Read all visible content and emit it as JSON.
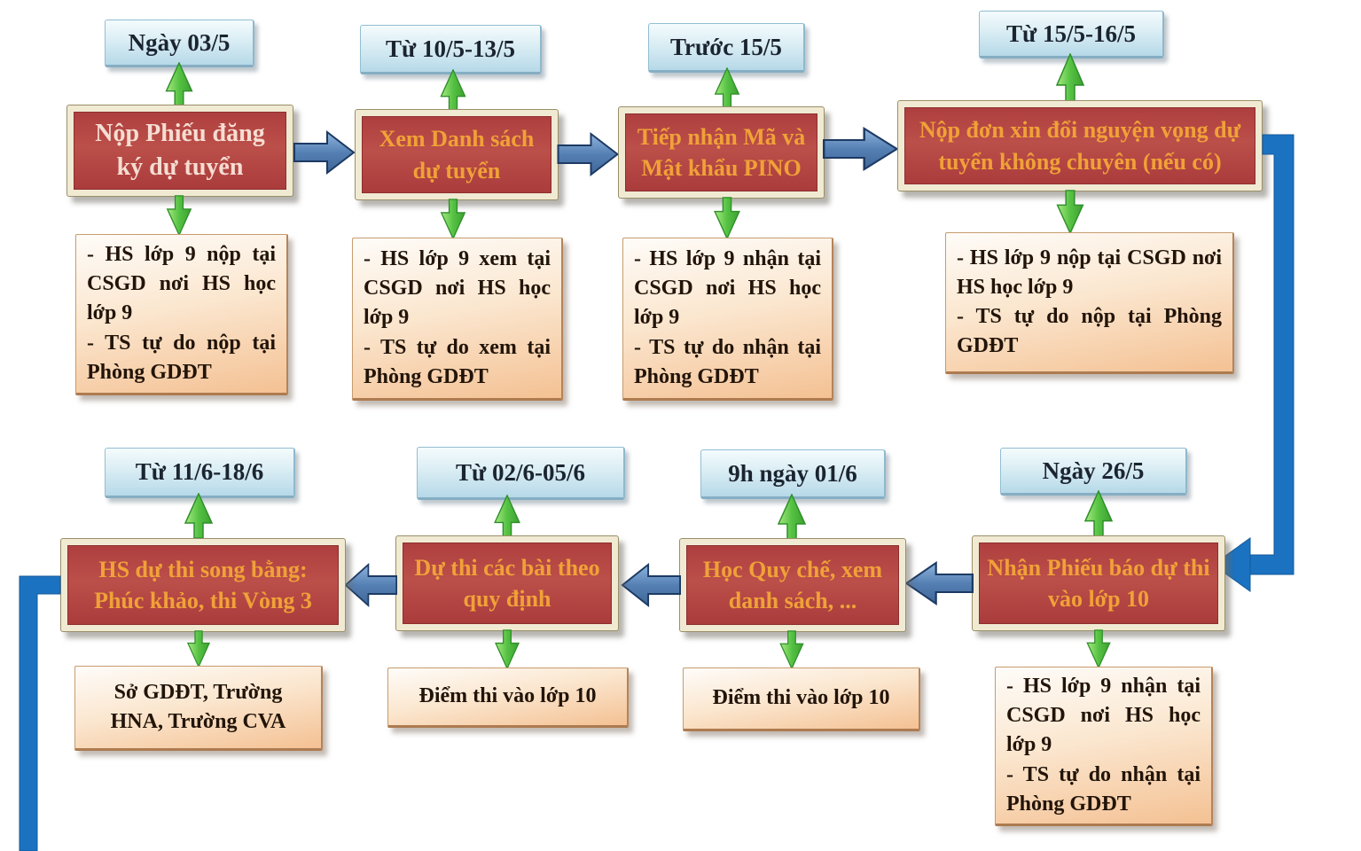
{
  "diagram_title": "School admission timeline flowchart (lop 10)",
  "colors": {
    "date_box_fill": "#cfe6f0",
    "date_box_border": "#93bed2",
    "date_text": "#1b2431",
    "process_fill": "#b34545",
    "process_frame": "#f1ead3",
    "process_text_cream": "#f6ddd2",
    "process_text_orange": "#f0a138",
    "detail_fill": "#f8dcba",
    "detail_border": "#c79c6f",
    "detail_text": "#221409",
    "green_arrow": "#4cb53a",
    "blue_arrow": "#4f81bd",
    "connector_blue": "#1b72c0"
  },
  "icons": {
    "up_arrow": "green-up-arrow",
    "down_arrow": "green-down-arrow",
    "flow_right": "blue-right-arrow",
    "flow_left": "blue-left-arrow",
    "elbow_right": "blue-elbow-connector-down-left",
    "elbow_left": "blue-elbow-connector-down"
  },
  "steps": [
    {
      "date": "Ngày 03/5",
      "title": "Nộp Phiếu đăng ký dự tuyển",
      "detail": "- HS lớp 9 nộp tại CSGD nơi HS học lớp 9\n- TS tự do nộp tại Phòng GDĐT"
    },
    {
      "date": "Từ 10/5-13/5",
      "title": "Xem Danh sách dự tuyển",
      "detail": "- HS lớp 9 xem tại CSGD nơi HS học lớp 9\n- TS tự do xem tại Phòng GDĐT"
    },
    {
      "date": "Trước 15/5",
      "title": "Tiếp nhận Mã và Mật khẩu PINO",
      "detail": "- HS lớp 9 nhận tại CSGD nơi HS học lớp 9\n- TS tự do nhận tại Phòng GDĐT"
    },
    {
      "date": "Từ 15/5-16/5",
      "title": "Nộp đơn xin đổi nguyện vọng dự tuyển không chuyên (nếu có)",
      "detail": "- HS lớp 9 nộp tại CSGD nơi HS học lớp 9\n- TS tự do nộp tại Phòng GDĐT"
    },
    {
      "date": "Ngày 26/5",
      "title": "Nhận Phiếu báo dự thi vào lớp 10",
      "detail": "- HS lớp 9 nhận tại CSGD nơi HS học lớp 9\n- TS tự do nhận tại Phòng GDĐT"
    },
    {
      "date": "9h ngày 01/6",
      "title": "Học Quy chế, xem danh sách, ...",
      "detail": "Điểm thi vào lớp 10"
    },
    {
      "date": "Từ 02/6-05/6",
      "title": "Dự thi các bài theo quy định",
      "detail": "Điểm thi vào lớp 10"
    },
    {
      "date": "Từ 11/6-18/6",
      "title": "HS dự thi song bằng: Phúc khảo, thi Vòng 3",
      "detail": "Sở GDĐT, Trường HNA, Trường CVA"
    }
  ]
}
